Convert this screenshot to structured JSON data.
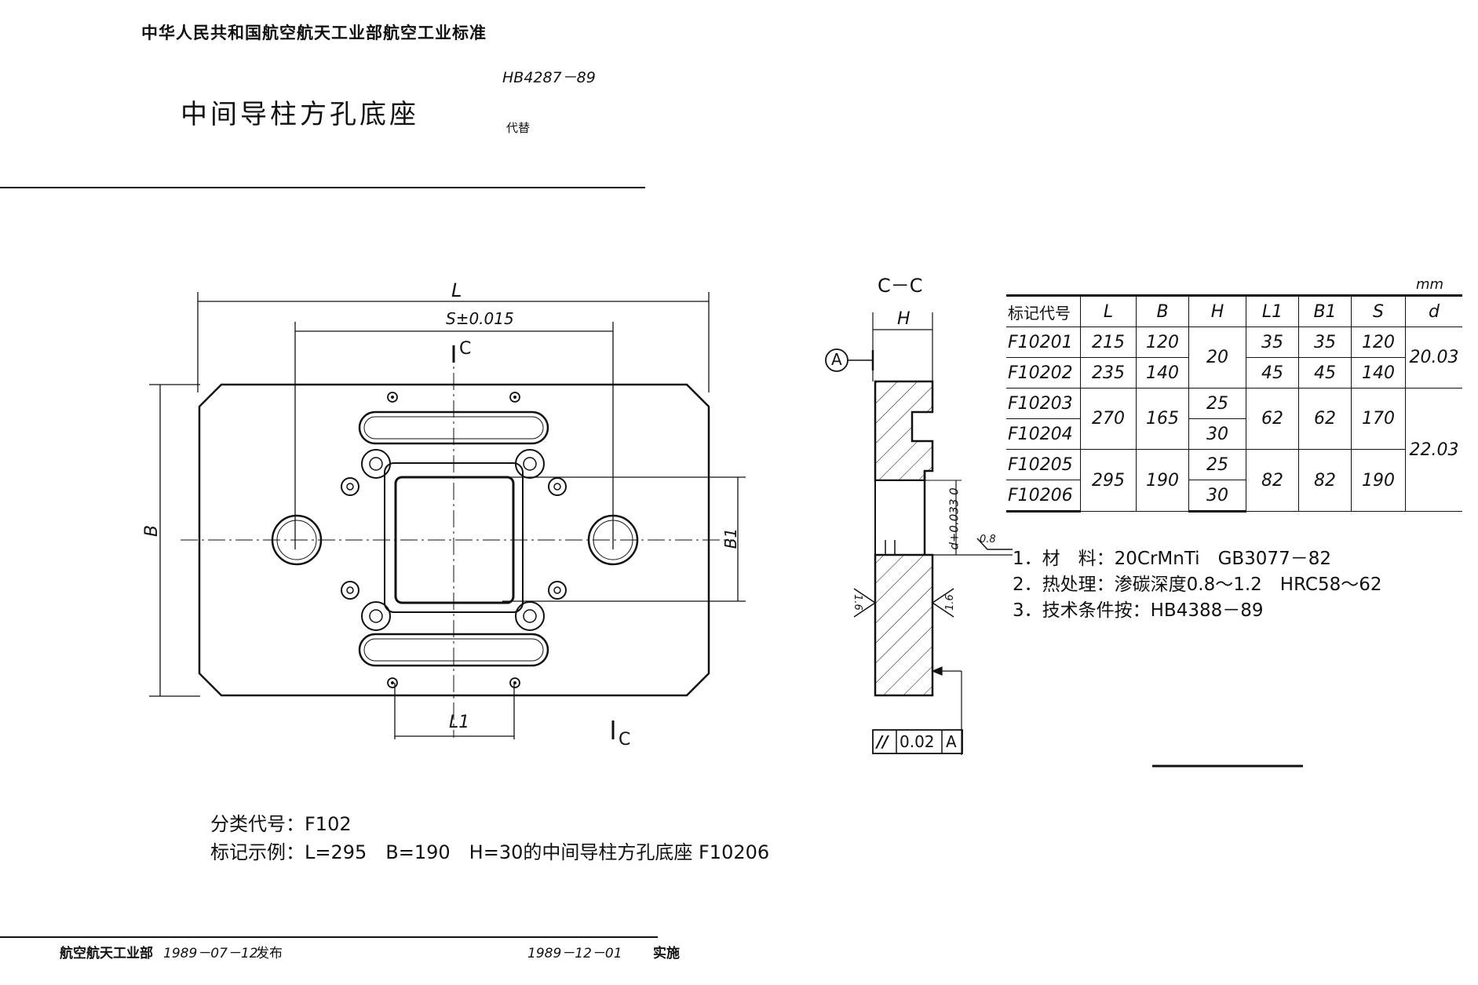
{
  "header": {
    "org_standard": "中华人民共和国航空航天工业部航空工业标准",
    "standard_no": "HB4287－89",
    "title": "中间导柱方孔底座",
    "replaces": "代替"
  },
  "drawing": {
    "dim_L": "L",
    "dim_S": "S±0.015",
    "dim_B": "B",
    "dim_B1": "B1",
    "dim_L1": "L1",
    "section_mark_top": "C",
    "section_mark_bottom": "C",
    "section_title": "C－C",
    "dim_H": "H",
    "datum": "A",
    "dim_d": "d+0.033 0",
    "roughness_1": "0.8",
    "roughness_2": "1.6",
    "roughness_3": "1.6",
    "tolerance_symbol": "//",
    "tolerance_value": "0.02",
    "tolerance_datum": "A"
  },
  "table": {
    "unit": "mm",
    "headers": [
      "标记代号",
      "L",
      "B",
      "H",
      "L1",
      "B1",
      "S",
      "d"
    ],
    "rows": [
      {
        "code": "F10201",
        "L": "215",
        "B": "120",
        "H": "20",
        "L1": "35",
        "B1": "35",
        "S": "120",
        "d": "20.03"
      },
      {
        "code": "F10202",
        "L": "235",
        "B": "140",
        "H": "20",
        "L1": "45",
        "B1": "45",
        "S": "140",
        "d": "20.03"
      },
      {
        "code": "F10203",
        "L": "270",
        "B": "165",
        "H": "25",
        "L1": "62",
        "B1": "62",
        "S": "170",
        "d": "22.03"
      },
      {
        "code": "F10204",
        "L": "270",
        "B": "165",
        "H": "30",
        "L1": "62",
        "B1": "62",
        "S": "170",
        "d": "22.03"
      },
      {
        "code": "F10205",
        "L": "295",
        "B": "190",
        "H": "25",
        "L1": "82",
        "B1": "82",
        "S": "190",
        "d": "22.03"
      },
      {
        "code": "F10206",
        "L": "295",
        "B": "190",
        "H": "30",
        "L1": "82",
        "B1": "82",
        "S": "190",
        "d": "22.03"
      }
    ]
  },
  "notes": [
    "1．材　料：20CrMnTi　GB3077－82",
    "2．热处理：渗碳深度0.8～1.2　HRC58～62",
    "3．技术条件按：HB4388－89"
  ],
  "classification": "分类代号：F102",
  "example": "标记示例：L=295　B=190　H=30的中间导柱方孔底座 F10206",
  "footer": {
    "issuer": "航空航天工业部",
    "issue_date": "1989－07－12",
    "issue_label": "发布",
    "effective_date": "1989－12－01",
    "effective_label": "实施"
  }
}
